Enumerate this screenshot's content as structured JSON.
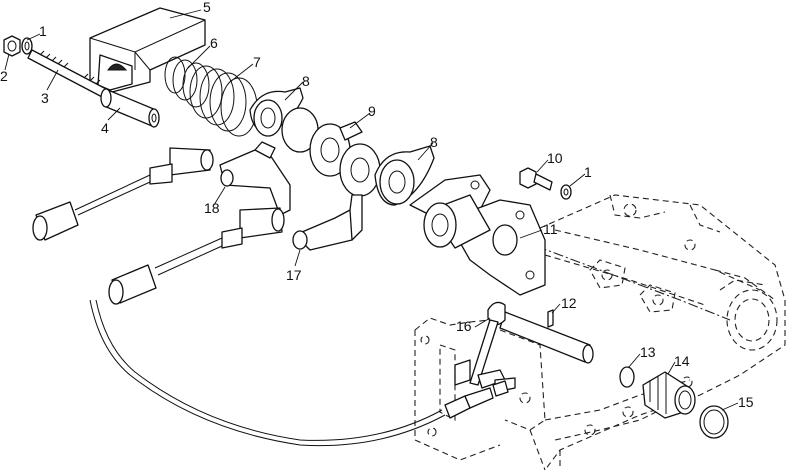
{
  "callouts": [
    {
      "id": "c1a",
      "text": "1"
    },
    {
      "id": "c2",
      "text": "2"
    },
    {
      "id": "c3",
      "text": "3"
    },
    {
      "id": "c4",
      "text": "4"
    },
    {
      "id": "c5",
      "text": "5"
    },
    {
      "id": "c6",
      "text": "6"
    },
    {
      "id": "c7",
      "text": "7"
    },
    {
      "id": "c8a",
      "text": "8"
    },
    {
      "id": "c9",
      "text": "9"
    },
    {
      "id": "c8b",
      "text": "8"
    },
    {
      "id": "c10",
      "text": "10"
    },
    {
      "id": "c1b",
      "text": "1"
    },
    {
      "id": "c11",
      "text": "11"
    },
    {
      "id": "c12",
      "text": "12"
    },
    {
      "id": "c13",
      "text": "13"
    },
    {
      "id": "c14",
      "text": "14"
    },
    {
      "id": "c15",
      "text": "15"
    },
    {
      "id": "c16",
      "text": "16"
    },
    {
      "id": "c17",
      "text": "17"
    },
    {
      "id": "c18",
      "text": "18"
    }
  ],
  "colors": {
    "line": "#111111",
    "background": "#ffffff",
    "hidden_line": "#222222"
  }
}
